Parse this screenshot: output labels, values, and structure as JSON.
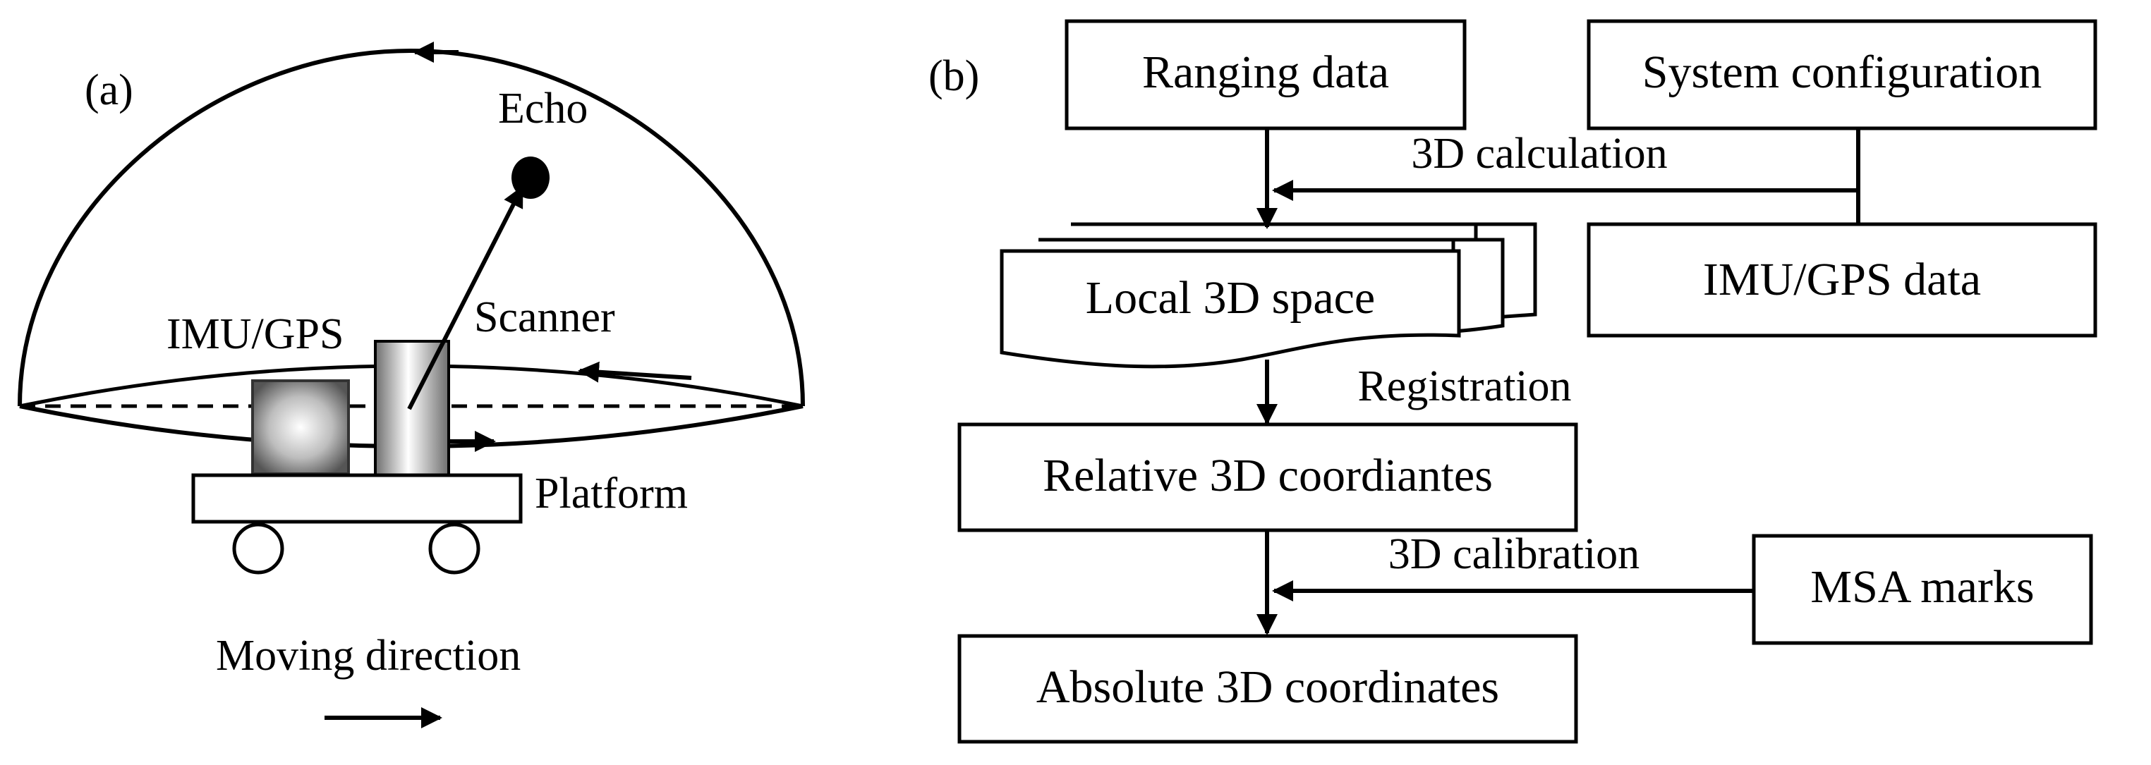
{
  "panel_a": {
    "tag": "(a)",
    "echo_label": "Echo",
    "scanner_label": "Scanner",
    "imu_gps_label": "IMU/GPS",
    "platform_label": "Platform",
    "moving_direction_label": "Moving direction"
  },
  "panel_b": {
    "tag": "(b)",
    "boxes": {
      "ranging_data": "Ranging data",
      "system_configuration": "System configuration",
      "imu_gps_data": "IMU/GPS data",
      "local_3d_space": "Local 3D space",
      "relative_3d": "Relative 3D coordiantes",
      "msa_marks": "MSA marks",
      "absolute_3d": "Absolute 3D coordinates"
    },
    "edge_labels": {
      "calc": "3D calculation",
      "registration": "Registration",
      "calibration": "3D calibration"
    }
  }
}
